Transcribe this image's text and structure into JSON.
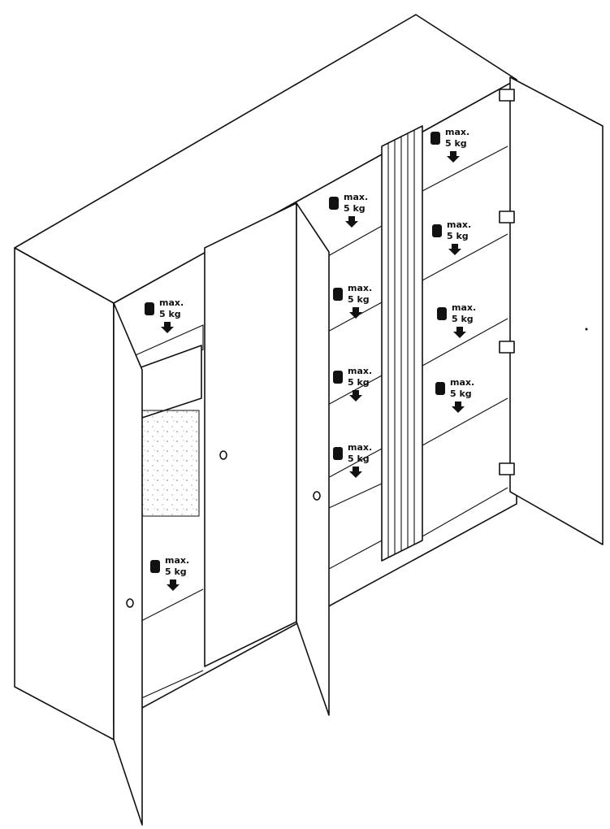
{
  "diagram": {
    "kind": "wardrobe-load-limit",
    "line_color": "#111111",
    "background": "#ffffff",
    "load_label": {
      "line1": "max.",
      "line2": "5 kg"
    },
    "weight_icon": "weight-icon",
    "arrow_icon": "arrow-down-icon"
  }
}
